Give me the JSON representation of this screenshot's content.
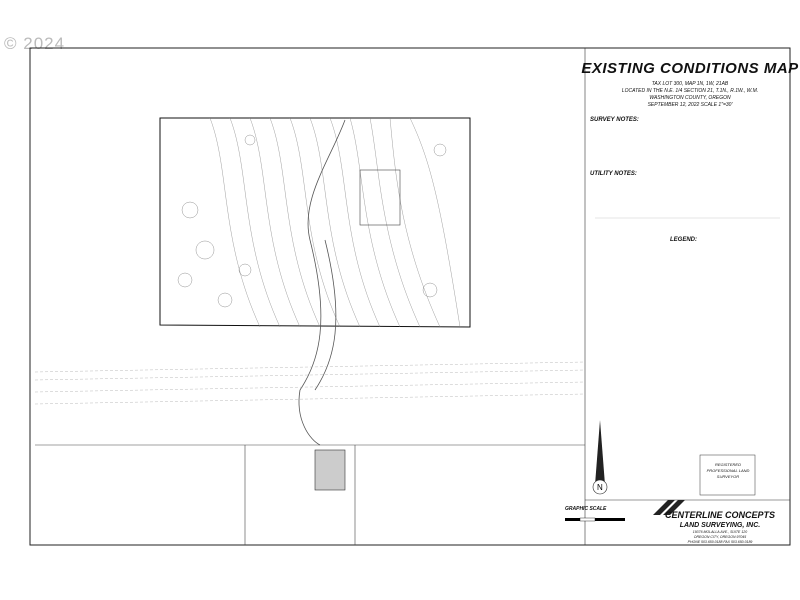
{
  "watermark": "© 2024",
  "title": "EXISTING CONDITIONS MAP",
  "subtitle": [
    "TAX LOT 300, MAP 1N, 1W, 21AB",
    "LOCATED IN THE N.E. 1/4 SECTION 21, T.1N., R.1W., W.M.",
    "WASHINGTON COUNTY, OREGON",
    "SEPTEMBER 12, 2022     SCALE 1\"=30'"
  ],
  "survey_notes_heading": "SURVEY NOTES:",
  "utility_notes_heading": "UTILITY NOTES:",
  "legend_heading": "LEGEND:",
  "graphic_scale": "GRAPHIC SCALE",
  "stamp": "REGISTERED PROFESSIONAL LAND SURVEYOR",
  "company": {
    "name": "CENTERLINE CONCEPTS",
    "sub": "LAND SURVEYING, INC.",
    "address": [
      "19376 MOLALLA AVE., SUITE 120",
      "OREGON CITY, OREGON 97045",
      "PHONE 503.650.0188    FAX 503.650.0189"
    ]
  }
}
